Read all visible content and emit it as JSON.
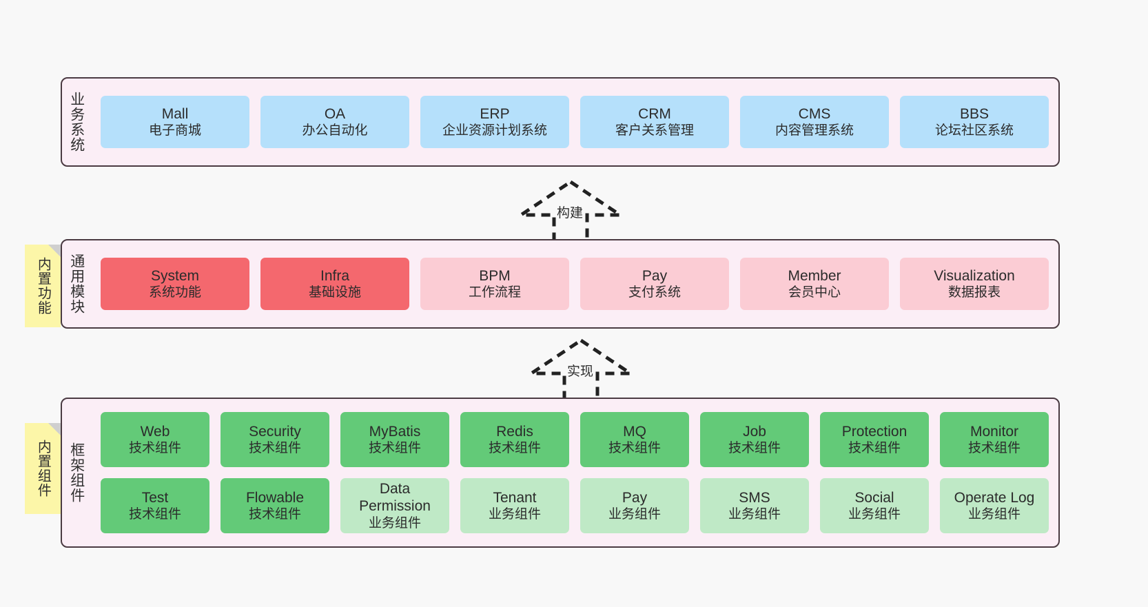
{
  "diagram": {
    "layers": [
      {
        "id": "business",
        "label": "业务系统",
        "rows": [
          [
            {
              "title": "Mall",
              "sub": "电子商城",
              "color": "#b5e0fb"
            },
            {
              "title": "OA",
              "sub": "办公自动化",
              "color": "#b5e0fb"
            },
            {
              "title": "ERP",
              "sub": "企业资源计划系统",
              "color": "#b5e0fb"
            },
            {
              "title": "CRM",
              "sub": "客户关系管理",
              "color": "#b5e0fb"
            },
            {
              "title": "CMS",
              "sub": "内容管理系统",
              "color": "#b5e0fb"
            },
            {
              "title": "BBS",
              "sub": "论坛社区系统",
              "color": "#b5e0fb"
            }
          ]
        ]
      },
      {
        "id": "modules",
        "label": "通用模块",
        "sticky": "内置功能",
        "rows": [
          [
            {
              "title": "System",
              "sub": "系统功能",
              "color": "#f4686e"
            },
            {
              "title": "Infra",
              "sub": "基础设施",
              "color": "#f4686e"
            },
            {
              "title": "BPM",
              "sub": "工作流程",
              "color": "#fbccd4"
            },
            {
              "title": "Pay",
              "sub": "支付系统",
              "color": "#fbccd4"
            },
            {
              "title": "Member",
              "sub": "会员中心",
              "color": "#fbccd4"
            },
            {
              "title": "Visualization",
              "sub": "数据报表",
              "color": "#fbccd4"
            }
          ]
        ]
      },
      {
        "id": "framework",
        "label": "框架组件",
        "sticky": "内置组件",
        "rows": [
          [
            {
              "title": "Web",
              "sub": "技术组件",
              "color": "#63ca78"
            },
            {
              "title": "Security",
              "sub": "技术组件",
              "color": "#63ca78"
            },
            {
              "title": "MyBatis",
              "sub": "技术组件",
              "color": "#63ca78"
            },
            {
              "title": "Redis",
              "sub": "技术组件",
              "color": "#63ca78"
            },
            {
              "title": "MQ",
              "sub": "技术组件",
              "color": "#63ca78"
            },
            {
              "title": "Job",
              "sub": "技术组件",
              "color": "#63ca78"
            },
            {
              "title": "Protection",
              "sub": "技术组件",
              "color": "#63ca78"
            },
            {
              "title": "Monitor",
              "sub": "技术组件",
              "color": "#63ca78"
            }
          ],
          [
            {
              "title": "Test",
              "sub": "技术组件",
              "color": "#63ca78"
            },
            {
              "title": "Flowable",
              "sub": "技术组件",
              "color": "#63ca78"
            },
            {
              "title": "Data Permission",
              "sub": "业务组件",
              "color": "#bfe9c6"
            },
            {
              "title": "Tenant",
              "sub": "业务组件",
              "color": "#bfe9c6"
            },
            {
              "title": "Pay",
              "sub": "业务组件",
              "color": "#bfe9c6"
            },
            {
              "title": "SMS",
              "sub": "业务组件",
              "color": "#bfe9c6"
            },
            {
              "title": "Social",
              "sub": "业务组件",
              "color": "#bfe9c6"
            },
            {
              "title": "Operate Log",
              "sub": "业务组件",
              "color": "#bfe9c6"
            }
          ]
        ]
      }
    ],
    "arrows": [
      {
        "id": "build",
        "label": "构建"
      },
      {
        "id": "impl",
        "label": "实现"
      }
    ],
    "colors": {
      "panel_background": "#fbeef6",
      "panel_border": "#4a3a42",
      "sticky": "#fcf6a8",
      "business_card": "#b5e0fb",
      "module_core": "#f4686e",
      "module_optional": "#fbccd4",
      "tech_component": "#63ca78",
      "biz_component": "#bfe9c6",
      "canvas": "#f8f8f8"
    }
  }
}
